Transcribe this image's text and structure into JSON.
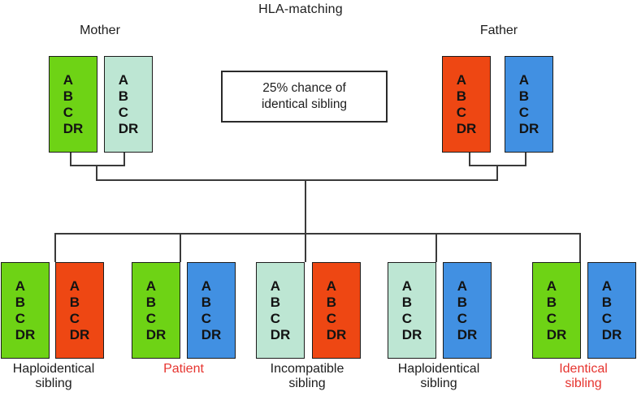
{
  "title": "HLA-matching",
  "note_box": {
    "line1": "25% chance of",
    "line2": "identical sibling"
  },
  "markers": [
    "A",
    "B",
    "C",
    "DR"
  ],
  "colors": {
    "green": "#6ed315",
    "teal": "#bde6d3",
    "red": "#ee4713",
    "blue": "#4190e2",
    "black": "#1d1d1d",
    "label_red": "#e6342f",
    "line": "#3a3a3a"
  },
  "parents": [
    {
      "label": "Mother",
      "haplotypes": [
        "green",
        "teal"
      ]
    },
    {
      "label": "Father",
      "haplotypes": [
        "red",
        "blue"
      ]
    }
  ],
  "children": [
    {
      "label_lines": [
        "Haploidentical",
        "sibling"
      ],
      "label_color": "black",
      "haplotypes": [
        "green",
        "red"
      ]
    },
    {
      "label_lines": [
        "Patient",
        ""
      ],
      "label_color": "label_red",
      "haplotypes": [
        "green",
        "blue"
      ]
    },
    {
      "label_lines": [
        "Incompatible",
        "sibling"
      ],
      "label_color": "black",
      "haplotypes": [
        "teal",
        "red"
      ]
    },
    {
      "label_lines": [
        "Haploidentical",
        "sibling"
      ],
      "label_color": "black",
      "haplotypes": [
        "teal",
        "blue"
      ]
    },
    {
      "label_lines": [
        "Identical",
        "sibling"
      ],
      "label_color": "label_red",
      "haplotypes": [
        "green",
        "blue"
      ]
    }
  ]
}
